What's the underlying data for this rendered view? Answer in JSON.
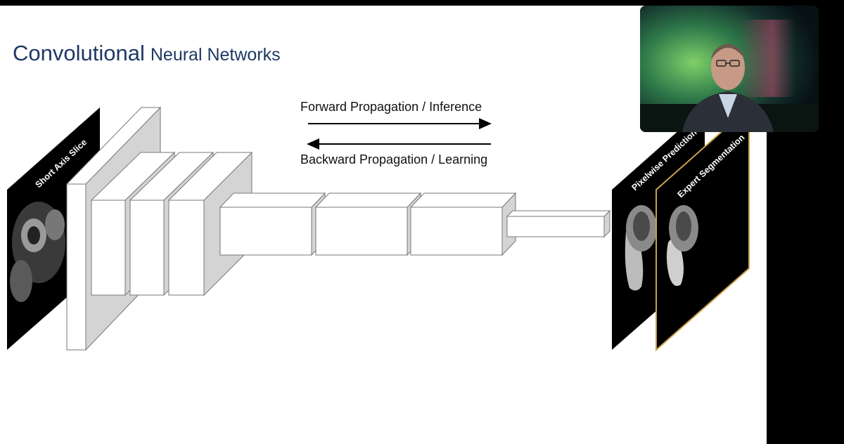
{
  "slide": {
    "title_main": "Convolutional",
    "title_rest": "Neural Networks"
  },
  "diagram": {
    "input_label": "Short Axis Slice",
    "forward_label": "Forward Propagation / Inference",
    "backward_label": "Backward Propagation / Learning",
    "prediction_label": "Pixelwise Prediction",
    "expert_label": "Expert Segmentation"
  },
  "colors": {
    "title": "#1f3864",
    "expert_border": "#c9a24a",
    "block_side": "#d4d4d4",
    "block_front": "#ffffff"
  },
  "webcam": {
    "description_icon": "presenter-video-icon"
  }
}
